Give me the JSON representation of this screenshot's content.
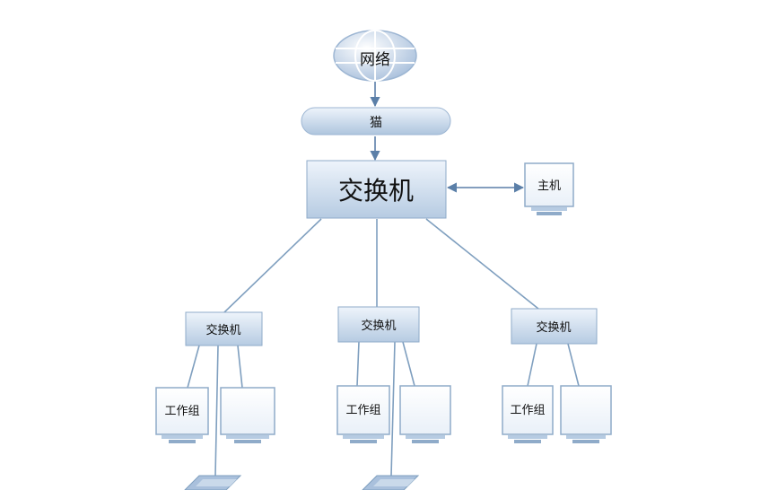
{
  "diagram": {
    "internet": {
      "label": "网络"
    },
    "modem": {
      "label": "猫"
    },
    "core_switch": {
      "label": "交换机"
    },
    "host": {
      "label": "主机"
    },
    "switches": [
      {
        "label": "交换机",
        "workgroup_label": "工作组"
      },
      {
        "label": "交换机",
        "workgroup_label": "工作组"
      },
      {
        "label": "交换机",
        "workgroup_label": "工作组"
      }
    ]
  },
  "colors": {
    "box_light": "#eef4fb",
    "box_dark": "#b6cbe2",
    "border": "#8fabc9",
    "connector": "#7f9fbf"
  }
}
